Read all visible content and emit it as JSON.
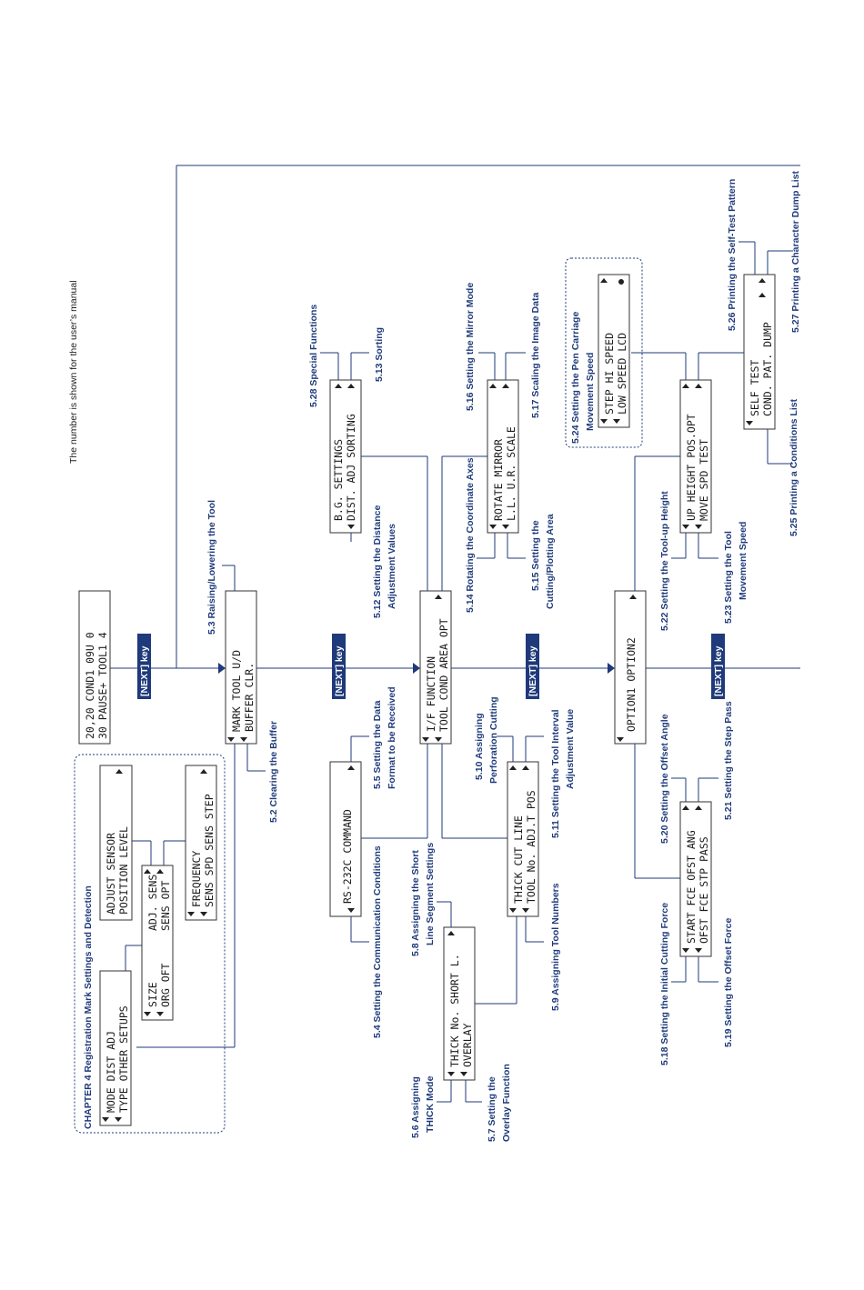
{
  "note": "The number is shown for the user’s manual",
  "next_key": "[NEXT] key",
  "chapter4": "CHAPTER 4 Registration Mark Settings and Detection",
  "lcd": {
    "status_l1": "20,20 COND1   09U 0",
    "status_l2": "30  PAUSE+ TOOL1    4",
    "mark_l1": "MARK        TOOL U/D",
    "mark_l2": "BUFFER CLR.",
    "mode_l1": "MODE       DIST ADJ",
    "mode_l2": "TYPE  OTHER SETUPS",
    "size_l1": "SIZE",
    "size_l2": "ORG OFT",
    "adjsens_l1": "ADJ. SENS",
    "adjsens_l2": "SENS OPT",
    "adjsensor_l1": "    ADJUST SENSOR",
    "adjsensor_l2": "POSITION     LEVEL",
    "freq_l1": "FREQUENCY",
    "freq_l2": "SENS SPD  SENS STEP",
    "rs_l1": "RS-232C     COMMAND",
    "if_l1": "I/F        FUNCTION",
    "if_l2": "TOOL COND   AREA OPT",
    "bg_l1": "B.G. SETTINGS",
    "bg_l2": "DIST. ADJ    SORTING",
    "thick_l1": "THICK No.  SHORT L.",
    "thick_l2": "OVERLAY",
    "tool_l1": "THICK       CUT LINE",
    "tool_l2": "TOOL No.   ADJ.T POS",
    "rot_l1": "ROTATE       MIRROR",
    "rot_l2": "L.L. U.R.     SCALE",
    "opt_l1": "OPTION1      OPTION2",
    "start_l1": "START FCE  OFST ANG",
    "start_l2": "OFST FCE   STP PASS",
    "up_l1": "UP HEIGHT    POS.OPT",
    "up_l2": "MOVE SPD        TEST",
    "step_l1": "STEP     HI SPEED",
    "step_l2": "LOW SPEED     LCD",
    "cond_l1": "           SELF TEST",
    "cond_l2": "COND. PAT.      DUMP"
  },
  "captions": {
    "c5_2": "5.2 Clearing the Buffer",
    "c5_3": "5.3 Raising/Lowering the Tool",
    "c5_4": "5.4 Setting the Communication Conditions",
    "c5_5a": "5.5 Setting the Data",
    "c5_5b": "Format to be Received",
    "c5_6a": "5.6 Assigning",
    "c5_6b": "THICK Mode",
    "c5_7a": "5.7 Setting the",
    "c5_7b": "Overlay Function",
    "c5_8a": "5.8 Assigning the Short",
    "c5_8b": "Line Segment Settings",
    "c5_9": "5.9 Assigning Tool Numbers",
    "c5_10a": "5.10 Assigning",
    "c5_10b": "Perforation Cutting",
    "c5_11a": "5.11 Setting the Tool Interval",
    "c5_11b": "Adjustment Value",
    "c5_12a": "5.12 Setting the Distance",
    "c5_12b": "Adjustment Values",
    "c5_13": "5.13 Sorting",
    "c5_14": "5.14 Rotating the Coordinate Axes",
    "c5_15a": "5.15 Setting the",
    "c5_15b": "Cutting/Plotting Area",
    "c5_16": "5.16 Setting the Mirror Mode",
    "c5_17": "5.17 Scaling the Image Data",
    "c5_18": "5.18 Setting the Initial Cutting Force",
    "c5_19": "5.19 Setting the Offset Force",
    "c5_20": "5.20 Setting the Offset Angle",
    "c5_21": "5.21 Setting the Step Pass",
    "c5_22": "5.22 Setting the Tool-up Height",
    "c5_23a": "5.23 Setting the Tool",
    "c5_23b": "Movement Speed",
    "c5_24a": "5.24 Setting the Pen Carriage",
    "c5_24b": "Movement Speed",
    "c5_25": "5.25 Printing a Conditions List",
    "c5_26": "5.26 Printing the Self-Test Pattern",
    "c5_27": "5.27 Printing a Character Dump List",
    "c5_28": "5.28 Special Functions"
  }
}
